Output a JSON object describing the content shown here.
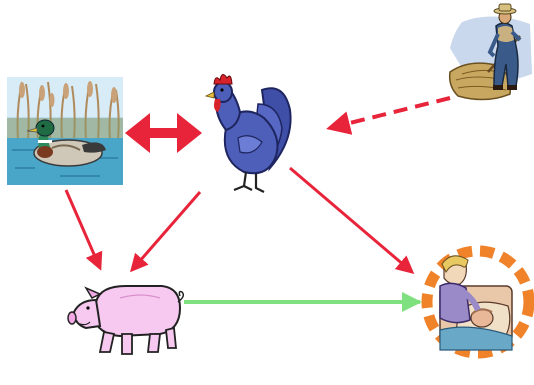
{
  "diagram": {
    "nodes": [
      {
        "id": "duck",
        "icon": "duck-in-pond-icon"
      },
      {
        "id": "rooster",
        "icon": "blue-rooster-icon"
      },
      {
        "id": "farmer",
        "icon": "farmer-with-pitchfork-icon"
      },
      {
        "id": "pig",
        "icon": "pig-icon"
      },
      {
        "id": "caregiver",
        "icon": "caregiver-and-patient-icon",
        "highlight": "dashed-orange-ring"
      }
    ],
    "edges": [
      {
        "from": "duck",
        "to": "rooster",
        "style": "thick-bidirectional",
        "color": "#e8243a"
      },
      {
        "from": "farmer",
        "to": "rooster",
        "style": "dashed",
        "color": "#e8243a"
      },
      {
        "from": "duck",
        "to": "pig",
        "style": "solid",
        "color": "#e8243a"
      },
      {
        "from": "rooster",
        "to": "pig",
        "style": "solid",
        "color": "#e8243a"
      },
      {
        "from": "rooster",
        "to": "caregiver",
        "style": "solid",
        "color": "#e8243a"
      },
      {
        "from": "pig",
        "to": "caregiver",
        "style": "solid",
        "color": "#7fe07f"
      }
    ],
    "colors": {
      "arrow_red": "#e8243a",
      "arrow_green": "#7fe07f",
      "highlight_orange": "#f0822a",
      "rooster_blue": "#4d5fb8",
      "pig_pink": "#f7c8f0",
      "pond_blue": "#4aa6c8"
    }
  }
}
